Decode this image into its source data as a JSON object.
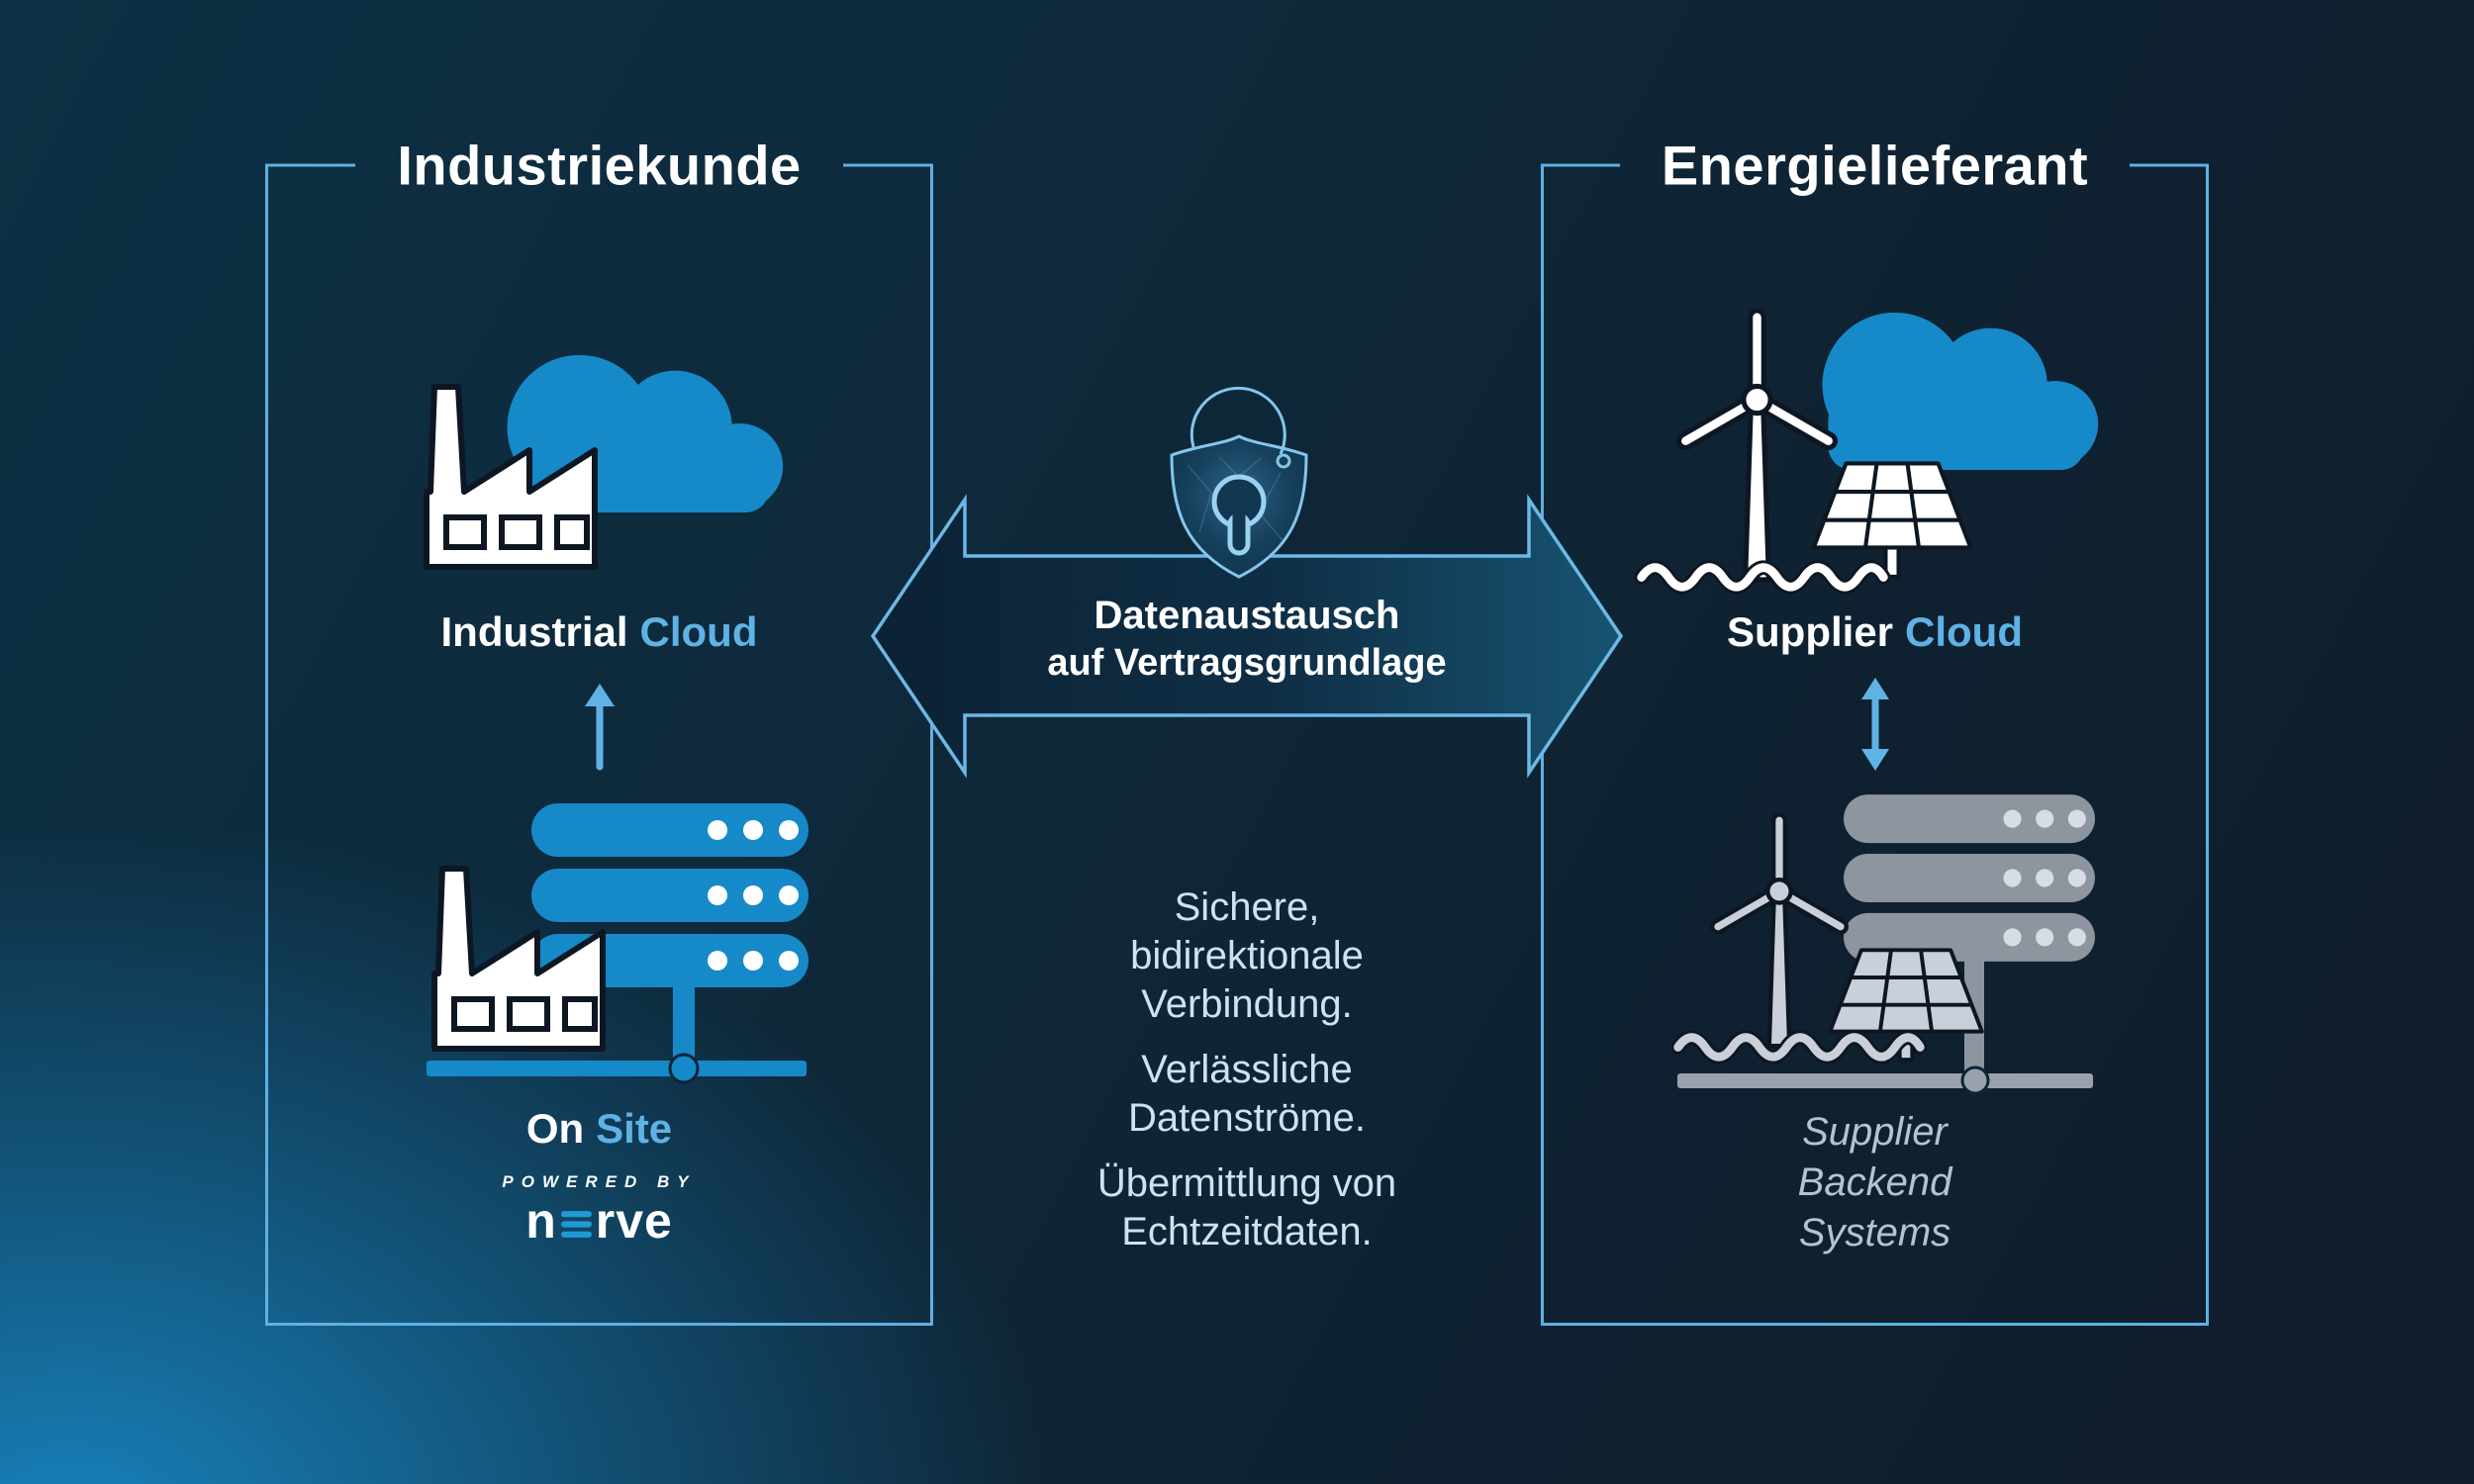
{
  "left_panel": {
    "title": "Industriekunde",
    "cloud_label_primary": "Industrial",
    "cloud_label_accent": "Cloud",
    "site_label_primary": "On",
    "site_label_accent": "Site",
    "powered_by": "POWERED BY",
    "brand_prefix": "n",
    "brand_suffix": "rve"
  },
  "center": {
    "arrow_title_line1": "Datenaustausch",
    "arrow_title_line2": "auf Vertragsgrundlage",
    "benefits": [
      "Sichere,\nbidirektionale\nVerbindung.",
      "Verlässliche\nDatenströme.",
      "Übermittlung von\nEchtzeitdaten."
    ]
  },
  "right_panel": {
    "title": "Energielieferant",
    "cloud_label_primary": "Supplier",
    "cloud_label_accent": "Cloud",
    "backend_label": "Supplier\nBackend\nSystems"
  },
  "colors": {
    "icon_blue": "#1689c9",
    "accent_light_blue": "#5fb2e6",
    "panel_border": "#5fb0e2",
    "benefit_text": "#cfe2f0",
    "backend_text": "#b7c2cf",
    "server_gray": "#8d959f",
    "icon_gray": "#c9d0da",
    "connector_gray": "#9aa1ab",
    "background_teal": "#0d3044",
    "background_dark": "#101d2b",
    "glow_blue": "#1782bc",
    "brand_bar_blue": "#1e9ad6",
    "white": "#ffffff"
  }
}
